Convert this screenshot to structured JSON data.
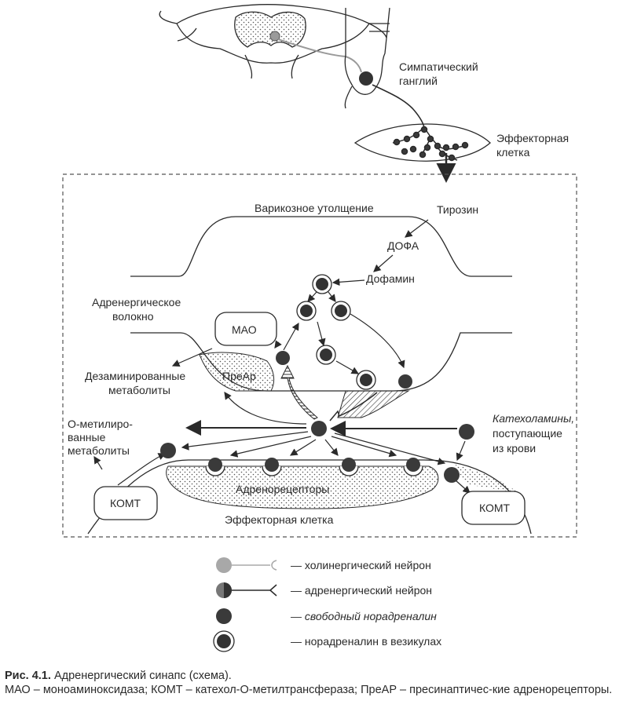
{
  "labels": {
    "sympathetic_ganglion": [
      "Симпатический",
      "ганглий"
    ],
    "effector_cell_top": [
      "Эффекторная",
      "клетка"
    ],
    "varicose_thickening": "Варикозное утолщение",
    "tyrosine": "Тирозин",
    "dopa": "ДОФА",
    "dopamine": "Дофамин",
    "adrenergic_fiber": [
      "Адренергическое",
      "волокно"
    ],
    "mao": "МАО",
    "prear": "ПреАр",
    "deaminated_metabolites": [
      "Дезаминированные",
      "метаболиты"
    ],
    "o_methylated_metabolites": [
      "О-метилиро-",
      "ванные",
      "метаболиты"
    ],
    "catecholamines_from_blood": [
      "Катехоламины,",
      "поступающие",
      "из крови"
    ],
    "komt_left": "КОМТ",
    "komt_right": "КОМТ",
    "adrenoreceptors": "Адренорецепторы",
    "effector_cell_bottom": "Эффекторная клетка"
  },
  "legend": [
    {
      "symbol": "cholinergic-neuron",
      "text": "— холинергический нейрон"
    },
    {
      "symbol": "adrenergic-neuron",
      "text": "— адренергический нейрон"
    },
    {
      "symbol": "free-noradrenaline",
      "text": "— свободный норадреналин",
      "italic": true
    },
    {
      "symbol": "vesicle-noradrenaline",
      "text": "— норадреналин в везикулах"
    }
  ],
  "caption": {
    "figure_label": "Рис. 4.1.",
    "title": "Адренергический синапс (схема).",
    "note": "МАО – моноаминоксидаза; КОМТ – катехол-О-метилтрансфераза; ПреАР – пресинаптичес-кие адренорецепторы."
  },
  "colors": {
    "ink": "#2a2a2a",
    "dot": "#3a3a3a",
    "gray_neuron": "#9a9a9a",
    "background": "#ffffff"
  }
}
